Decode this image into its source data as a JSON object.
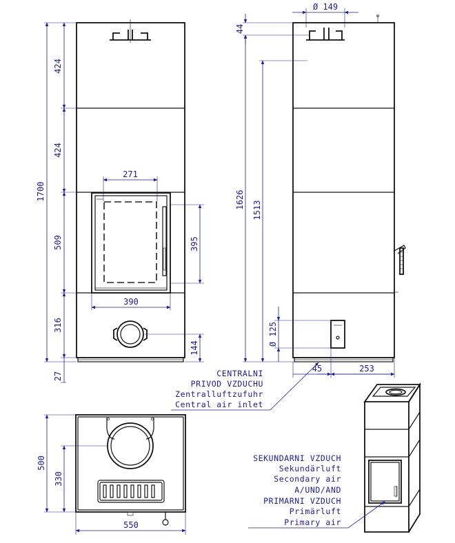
{
  "front_view": {
    "total_height": "1700",
    "panel_top": "424",
    "panel_mid": "424",
    "panel_door": "509",
    "panel_bottom": "316",
    "base": "27",
    "glass_width": "271",
    "glass_height": "395",
    "door_width": "390",
    "air_inlet_height": "144"
  },
  "side_view": {
    "flue_diameter": "Ø 149",
    "flue_offset": "44",
    "total_to_flue": "1626",
    "flue_axis_height": "1513",
    "air_inlet_diameter": "Ø 125",
    "inlet_offset": "45",
    "inlet_depth": "253"
  },
  "plan_view": {
    "depth": "500",
    "flue_axis_depth": "330",
    "width": "550"
  },
  "labels": {
    "central_air": [
      "CENTRALNI",
      "PRIVOD VZDUCHU",
      "Zentralluftzufuhr",
      "Central air inlet"
    ],
    "secondary_primary": [
      "SEKUNDARNI VZDUCH",
      "Sekundärluft",
      "Secondary air",
      "A/UND/AND",
      "PRIMARNI VZDUCH",
      "Primärluft",
      "Primary air"
    ]
  }
}
